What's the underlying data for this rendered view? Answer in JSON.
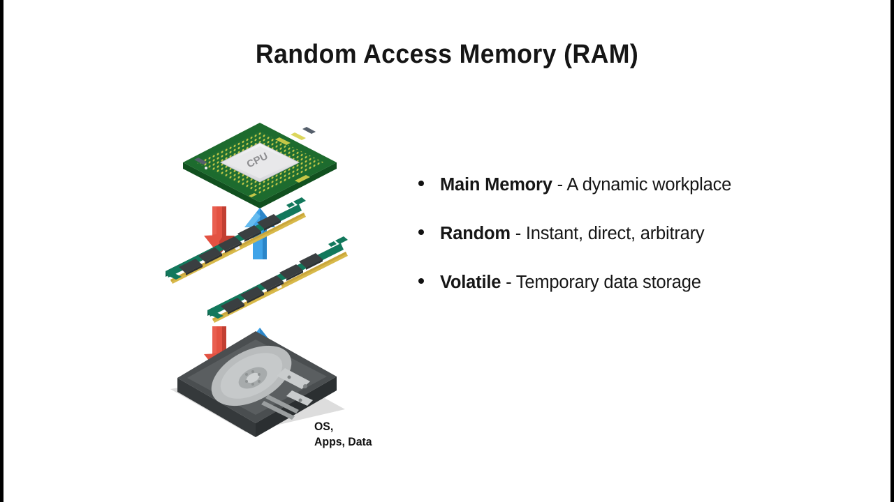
{
  "slide": {
    "title": "Random Access Memory (RAM)",
    "background_color": "#ffffff",
    "letterbox_color": "#000000"
  },
  "bullets": [
    {
      "lead": "Main Memory",
      "rest": " - A dynamic workplace"
    },
    {
      "lead": "Random",
      "rest": " - Instant, direct, arbitrary"
    },
    {
      "lead": "Volatile",
      "rest": " - Temporary data storage"
    }
  ],
  "diagram": {
    "cpu": {
      "die_label": "CPU",
      "pcb_color": "#1d6b2e",
      "pcb_dark_color": "#11501f",
      "pin_color": "#d8d24a",
      "die_color": "#e8e8ea",
      "die_text_color": "#8d8d90"
    },
    "ram": {
      "count": 2,
      "pcb_color": "#0f6b52",
      "pcb_dark_color": "#0a4d3b",
      "chip_color": "#3a3f41",
      "contact_color": "#d8b94a"
    },
    "hdd": {
      "label": "OS,\nApps, Data",
      "body_color": "#4a4e50",
      "body_dark_color": "#35393b",
      "platter_color": "#b9bcbd",
      "platter_inner_color": "#9ea2a3",
      "shadow_color": "#d9d9d9"
    },
    "arrows": {
      "down_color": "#e35242",
      "down_dark_color": "#c23f32",
      "up_color": "#3fa3e8",
      "up_dark_color": "#2b86c9",
      "down_label": "write-to-lower-tier",
      "up_label": "read-to-upper-tier",
      "pairs": 2
    }
  }
}
